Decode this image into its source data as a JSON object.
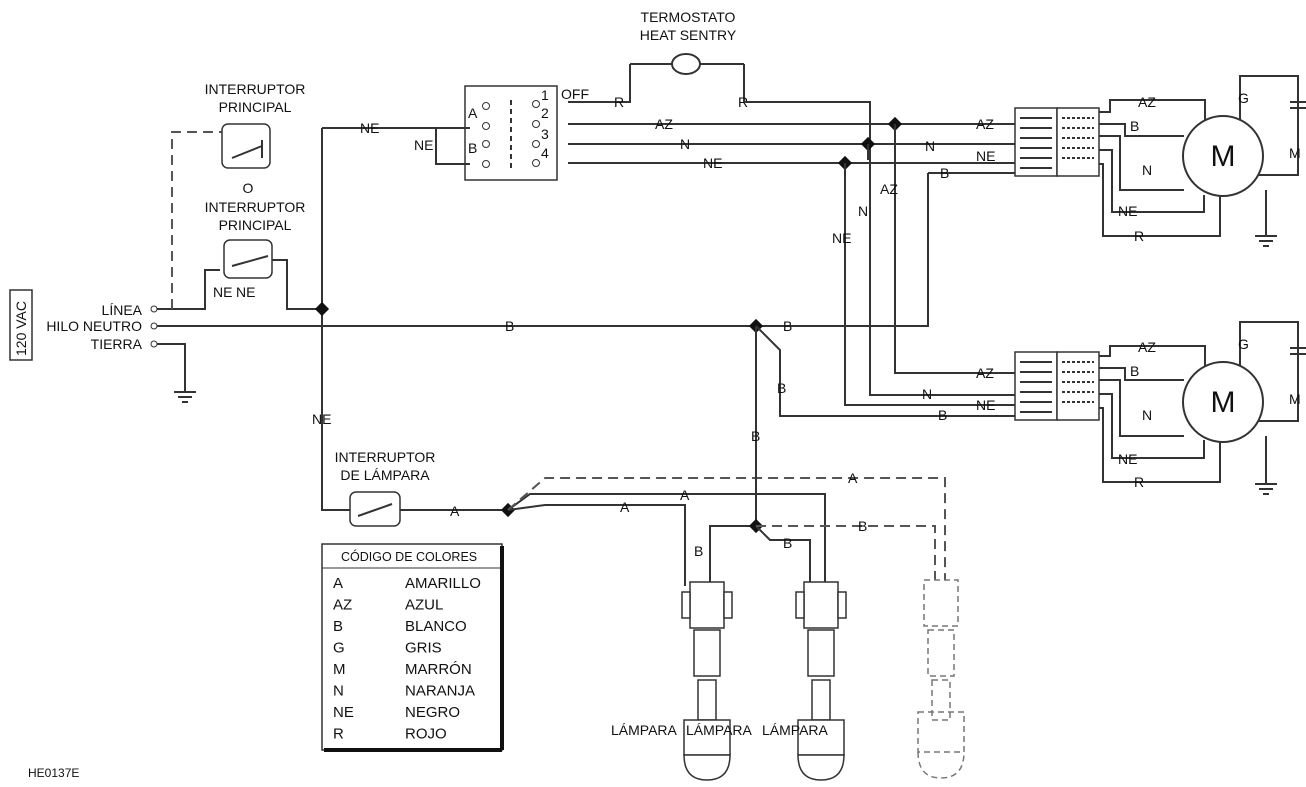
{
  "supply": {
    "voltage": "120 VAC",
    "line": "LÍNEA",
    "neutral": "HILO NEUTRO",
    "ground": "TIERRA"
  },
  "main_switch": {
    "title": "INTERRUPTOR\nPRINCIPAL",
    "or": "O",
    "title2": "INTERRUPTOR\nPRINCIPAL",
    "ne1": "NE",
    "ne2": "NE"
  },
  "thermostat": {
    "title": "TERMOSTATO\nHEAT SENTRY",
    "r_left": "R",
    "r_right": "R"
  },
  "selector": {
    "a": "A",
    "b": "B",
    "ne": "NE",
    "off": "OFF",
    "pins": [
      "1",
      "2",
      "3",
      "4"
    ]
  },
  "wires": {
    "ne": "NE",
    "az": "AZ",
    "n": "N",
    "b": "B",
    "a": "A",
    "r": "R",
    "g": "G",
    "m": "M"
  },
  "motor": {
    "symbol": "M"
  },
  "lamp_switch": {
    "title": "INTERRUPTOR\nDE LÁMPARA"
  },
  "lamps": {
    "label1": "LÁMPARA",
    "label2": "LÁMPARA",
    "label3": "LÁMPARA"
  },
  "legend": {
    "title": "CÓDIGO DE COLORES",
    "rows": [
      {
        "code": "A",
        "name": "AMARILLO"
      },
      {
        "code": "AZ",
        "name": "AZUL"
      },
      {
        "code": "B",
        "name": "BLANCO"
      },
      {
        "code": "G",
        "name": "GRIS"
      },
      {
        "code": "M",
        "name": "MARRÓN"
      },
      {
        "code": "N",
        "name": "NARANJA"
      },
      {
        "code": "NE",
        "name": "NEGRO"
      },
      {
        "code": "R",
        "name": "ROJO"
      }
    ]
  },
  "figure_id": "HE0137E"
}
